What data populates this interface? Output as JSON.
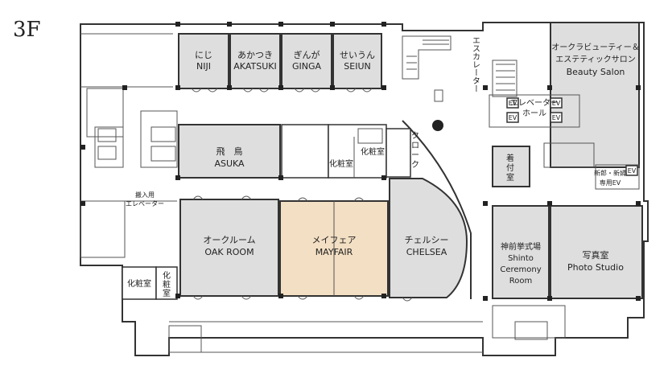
{
  "floor": "3F",
  "rooms": {
    "niji": {
      "jp": "にじ",
      "en": "NIJI"
    },
    "akatsuki": {
      "jp": "あかつき",
      "en": "AKATSUKI"
    },
    "ginga": {
      "jp": "ぎんが",
      "en": "GINGA"
    },
    "seiun": {
      "jp": "せいうん",
      "en": "SEIUN"
    },
    "asuka": {
      "jp": "飛　鳥",
      "en": "ASUKA"
    },
    "oak": {
      "jp": "オークルーム",
      "en": "OAK ROOM"
    },
    "mayfair": {
      "jp": "メイフェア",
      "en": "MAYFAIR"
    },
    "chelsea": {
      "jp": "チェルシー",
      "en": "CHELSEA"
    },
    "beauty": {
      "jp1": "オークラビューティー＆",
      "jp2": "エステティックサロン",
      "en": "Beauty Salon"
    },
    "shinto": {
      "jp": "神前挙式場",
      "en1": "Shinto",
      "en2": "Ceremony",
      "en3": "Room"
    },
    "photo": {
      "jp": "写真室",
      "en": "Photo Studio"
    },
    "kitsuke": {
      "l1": "着",
      "l2": "付",
      "l3": "室"
    },
    "cloak": {
      "l1": "ク",
      "l2": "ロ",
      "l3": "ー",
      "l4": "ク"
    }
  },
  "facilities": {
    "escalator": "エスカレーター",
    "elevator_hall_1": "エレベーター",
    "elevator_hall_2": "ホール",
    "ev": "EV",
    "toilet": "化粧室",
    "toilet_v1": "化",
    "toilet_v2": "粧",
    "toilet_v3": "室",
    "freight_1": "搬入用",
    "freight_2": "エレベーター",
    "bridal_1": "新郎・新婦",
    "bridal_2": "専用EV"
  }
}
